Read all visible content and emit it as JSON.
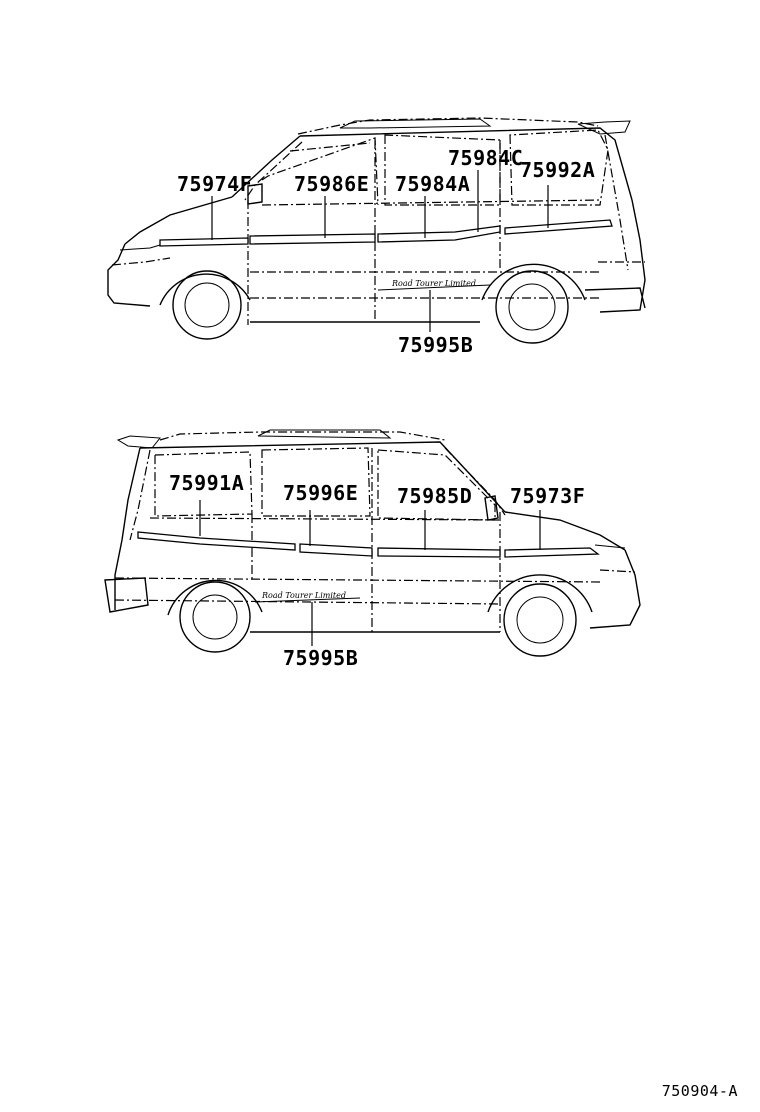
{
  "figure_id": "750904-A",
  "upper_view": {
    "labels": [
      "75974F",
      "75986E",
      "75984A",
      "75984C",
      "75992A",
      "75995B"
    ],
    "emblem_text": "Road Tourer Limited"
  },
  "lower_view": {
    "labels": [
      "75991A",
      "75996E",
      "75985D",
      "75973F",
      "75995B"
    ],
    "emblem_text": "Road Tourer Limited"
  }
}
